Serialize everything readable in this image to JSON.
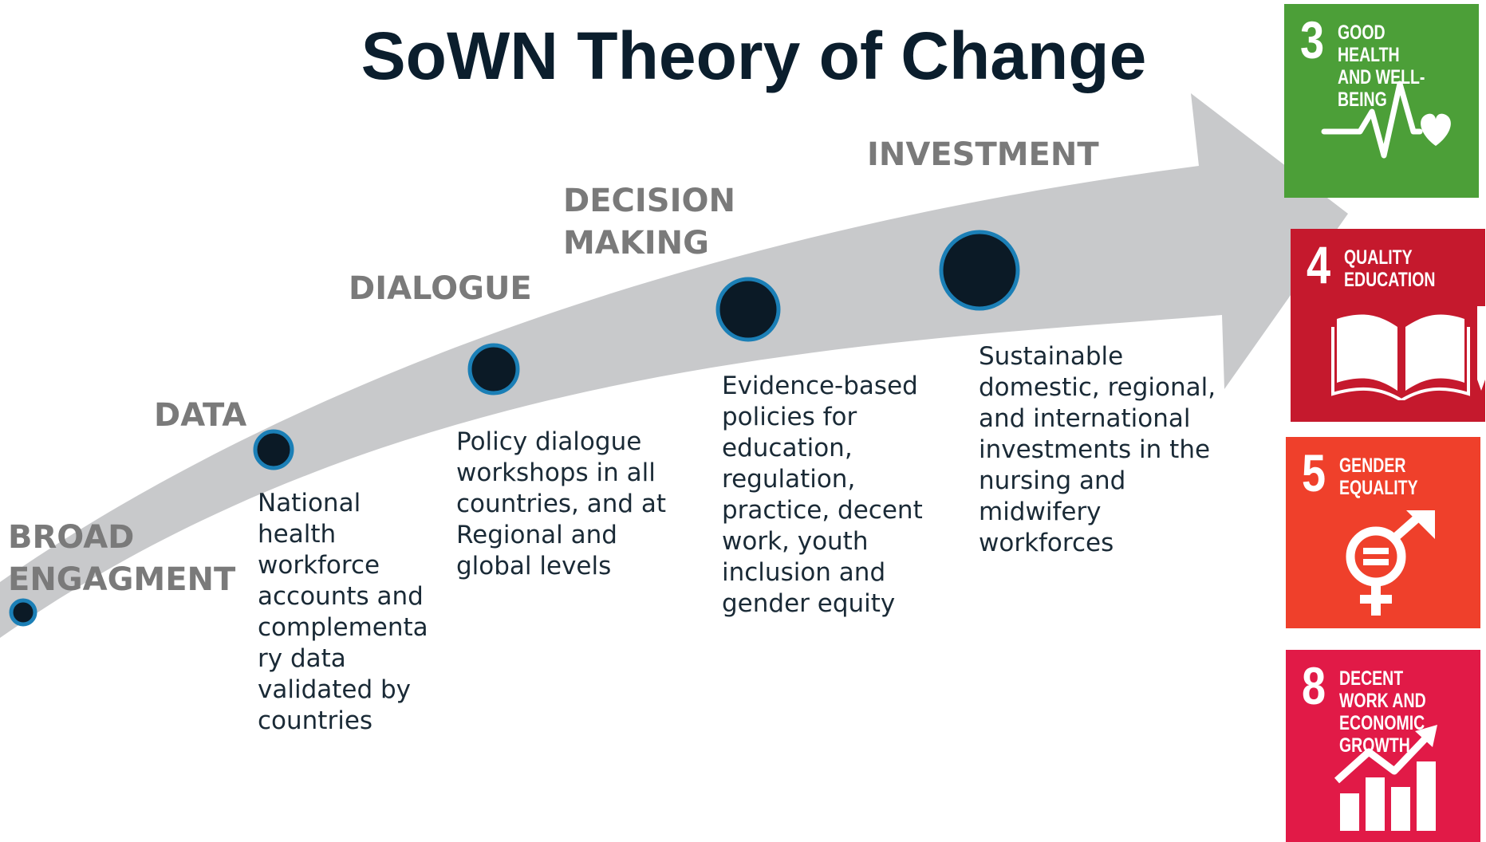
{
  "title": "SoWN Theory of Change",
  "stages": [
    {
      "label_line1": "BROAD",
      "label_line2": "ENGAGMENT",
      "description": ""
    },
    {
      "label_line1": "DATA",
      "label_line2": "",
      "description": "National health workforce accounts and complementa ry data validated by countries"
    },
    {
      "label_line1": "DIALOGUE",
      "label_line2": "",
      "description": "Policy dialogue workshops in all countries, and at Regional and global levels"
    },
    {
      "label_line1": "DECISION",
      "label_line2": "MAKING",
      "description": "Evidence-based policies for education, regulation, practice, decent work, youth inclusion and gender equity"
    },
    {
      "label_line1": "INVESTMENT",
      "label_line2": "",
      "description": "Sustainable domestic, regional, and international investments in the nursing and midwifery workforces"
    }
  ],
  "sdgs": [
    {
      "number": "3",
      "title": "GOOD HEALTH\nAND WELL-BEING",
      "color": "#4c9f38",
      "icon": "heartbeat-icon"
    },
    {
      "number": "4",
      "title": "QUALITY\nEDUCATION",
      "color": "#c5192d",
      "icon": "book-pencil-icon"
    },
    {
      "number": "5",
      "title": "GENDER\nEQUALITY",
      "color": "#ef402b",
      "icon": "gender-equality-icon"
    },
    {
      "number": "8",
      "title": "DECENT WORK AND\nECONOMIC GROWTH",
      "color": "#e11a47",
      "icon": "growth-chart-icon"
    }
  ],
  "colors": {
    "arrow": "#c8c9cb",
    "node_fill": "#0b1a26",
    "node_ring": "#1b7fb6",
    "stage_label": "#7a7a7a",
    "title": "#0b1e2d"
  }
}
